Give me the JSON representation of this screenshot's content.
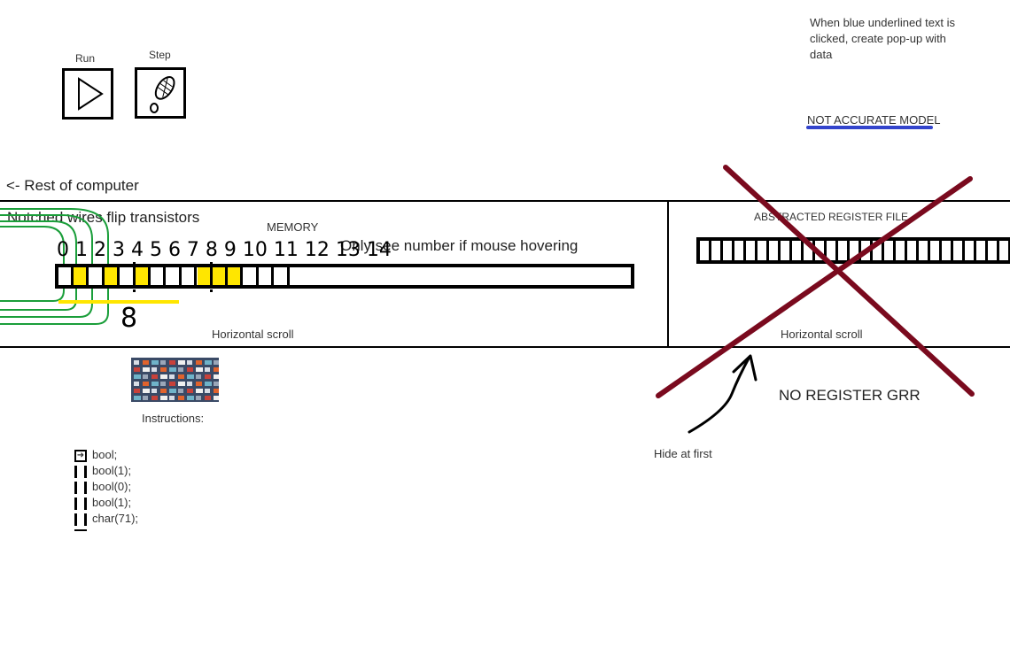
{
  "toolbar": {
    "run_label": "Run",
    "step_label": "Step",
    "run_icon": "play-icon",
    "step_icon": "footprint-icon"
  },
  "notes": {
    "popup_note": "When blue underlined text is clicked, create pop-up with data",
    "model_link": "NOT ACCURATE MODEL",
    "rest_of_computer": "<- Rest of computer",
    "notched_wires": "Notched wires flip transistors",
    "hover_note": "Only see number if mouse hovering",
    "no_register": "NO REGISTER GRR",
    "hide_at_first": "Hide at first"
  },
  "memory": {
    "title": "MEMORY",
    "scroll_label": "Horizontal scroll",
    "indices_text": "0 1 2 3 4 5 6 7 8 9 10 11 12 13 14",
    "hover_value": "8",
    "cells_on": [
      1,
      3,
      5,
      9,
      10,
      11
    ]
  },
  "register_file": {
    "title": "ABSTRACTED REGISTER FILE",
    "scroll_label": "Horizontal scroll"
  },
  "instructions": {
    "title": "Instructions:",
    "lines": [
      "bool;",
      "bool(1);",
      "bool(0);",
      "bool(1);",
      "char(71);"
    ]
  },
  "colors": {
    "highlight": "#ffe600",
    "wire_green": "#1a9e3a",
    "link_underline": "#3344cc",
    "cross": "#7a0a1e"
  }
}
